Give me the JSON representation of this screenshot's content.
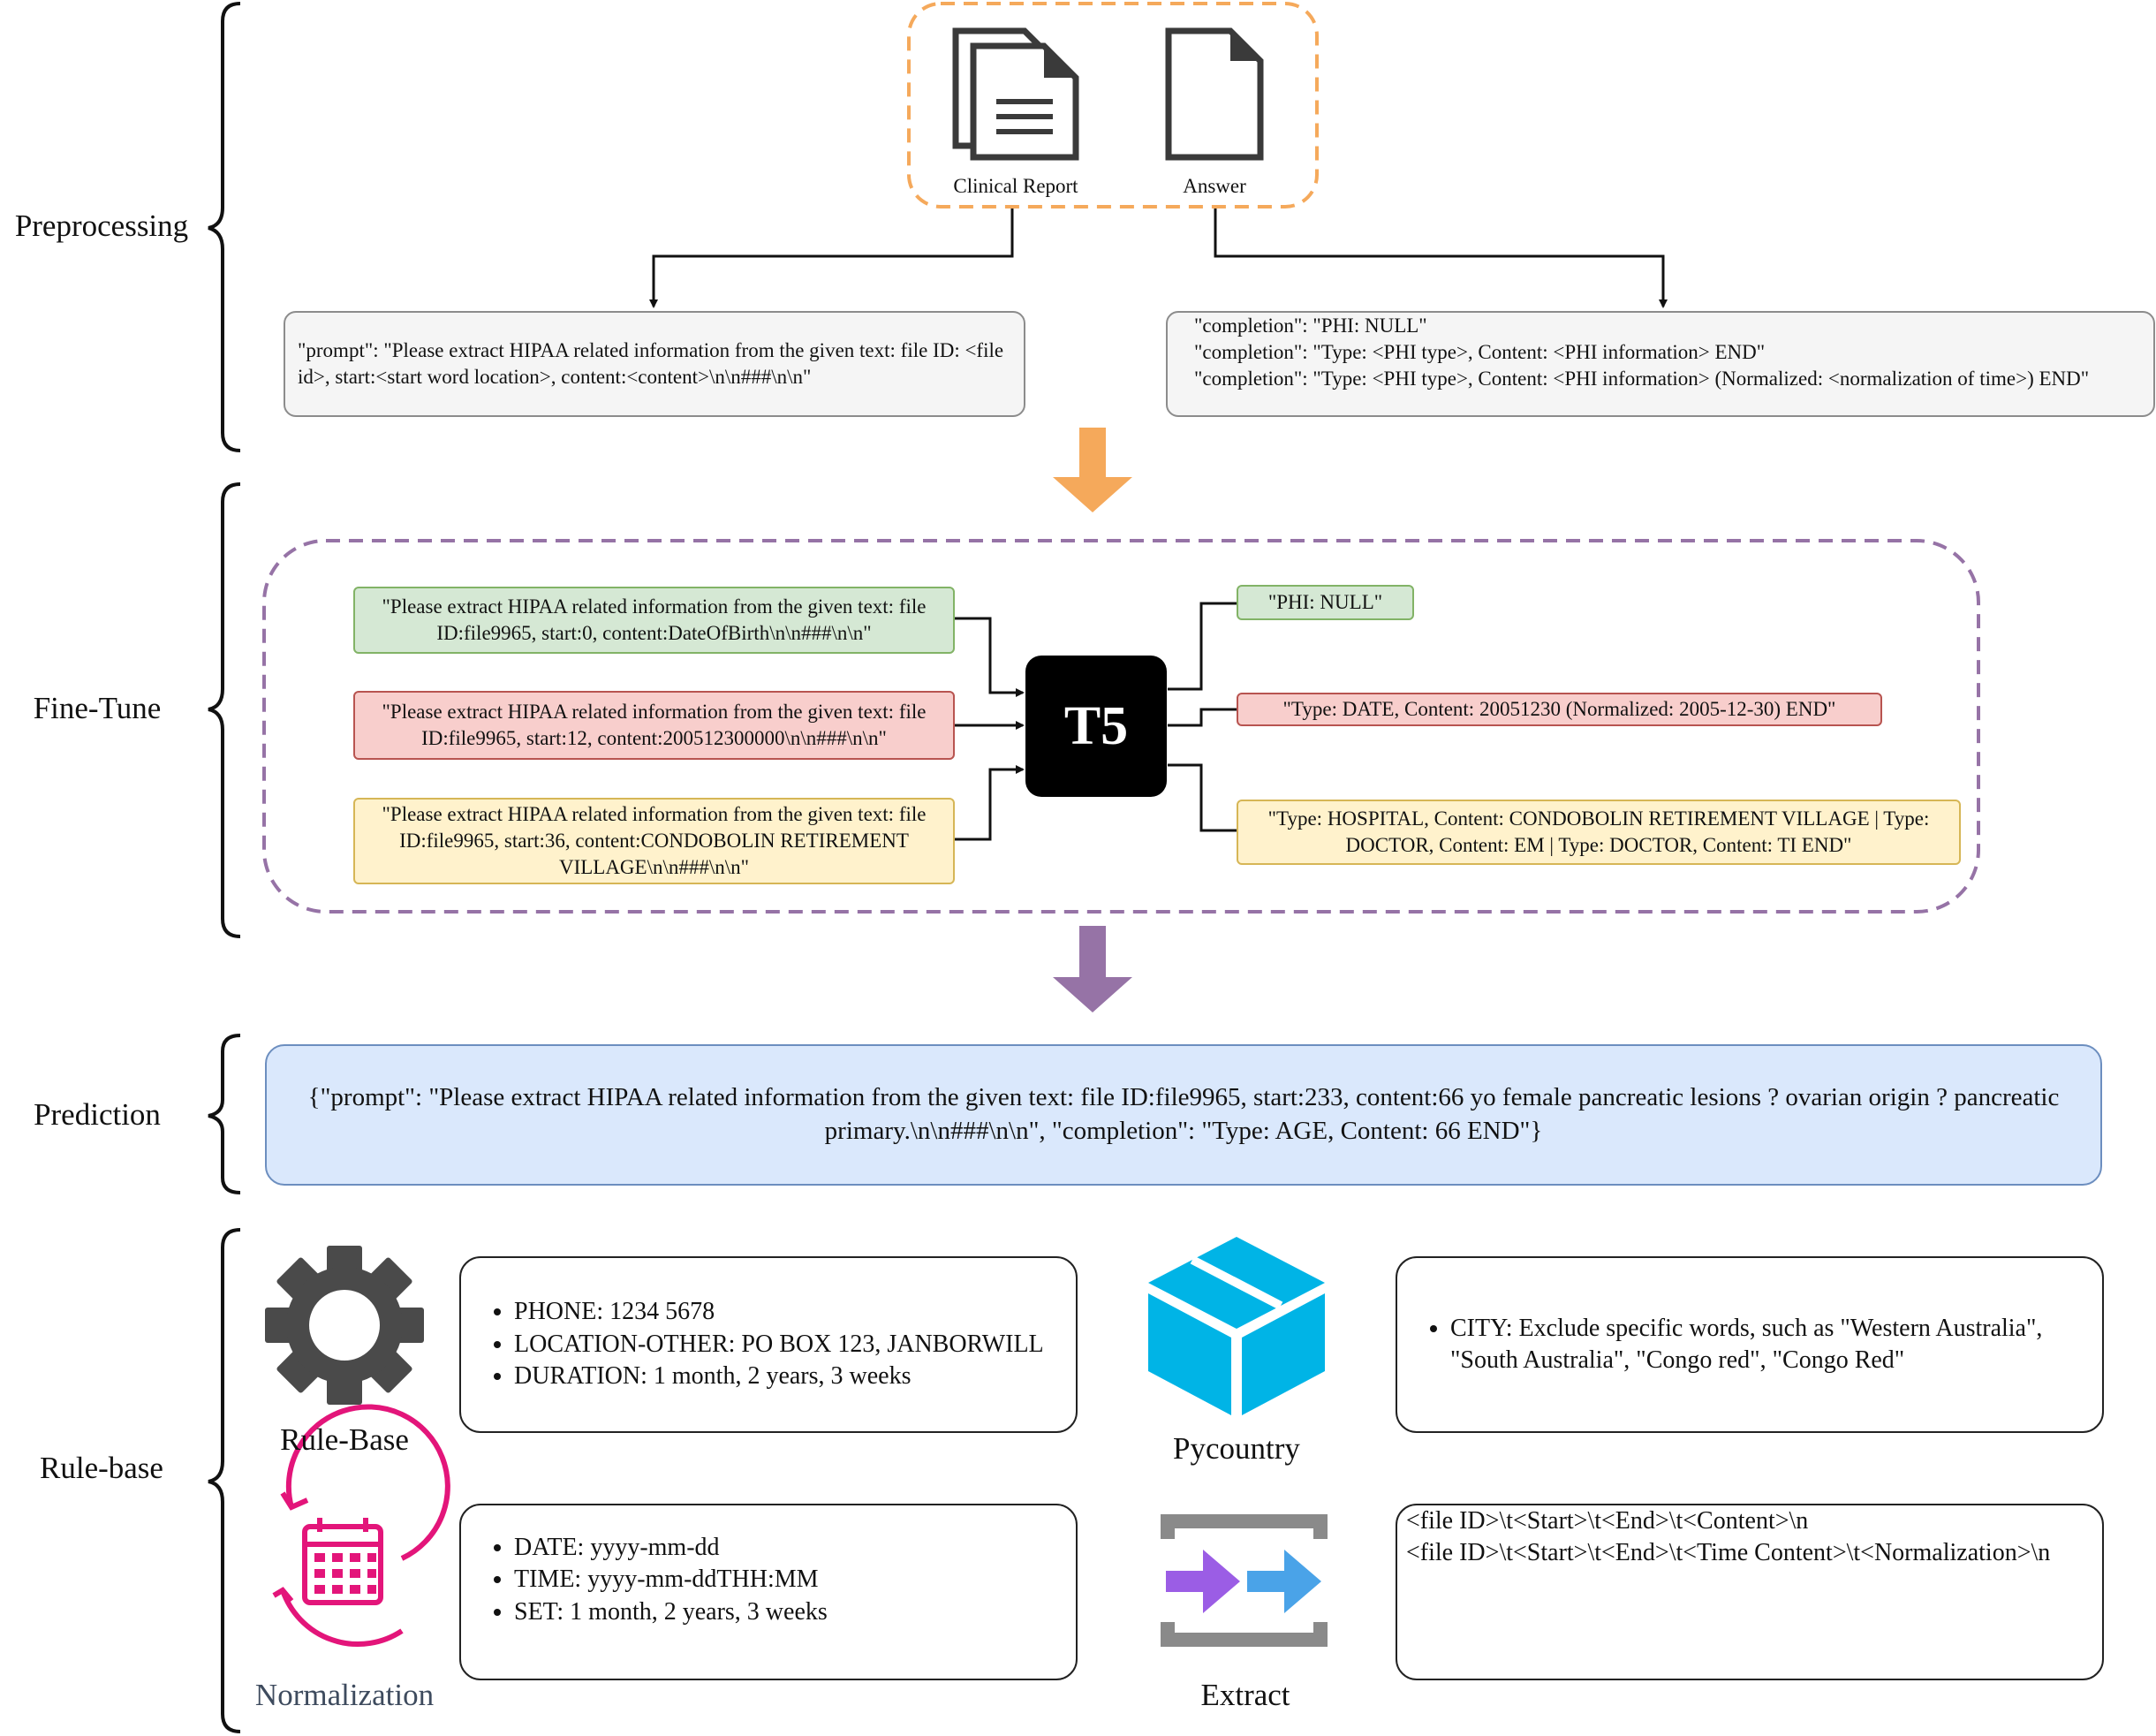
{
  "sections": {
    "preprocessing": "Preprocessing",
    "finetune": "Fine-Tune",
    "prediction": "Prediction",
    "rulebase": "Rule-base"
  },
  "preprocessing": {
    "icon_clinical_label": "Clinical Report",
    "icon_answer_label": "Answer",
    "prompt_box": "\"prompt\": \"Please extract HIPAA related information from the given text: file ID: <file id>, start:<start word location>, content:<content>\\n\\n###\\n\\n\"",
    "completion_lines": [
      "\"completion\": \"PHI: NULL\"",
      "\"completion\": \"Type: <PHI type>, Content: <PHI information> END\"",
      "\"completion\": \"Type: <PHI type>, Content: <PHI information> (Normalized: <normalization of time>) END\""
    ]
  },
  "finetune": {
    "model_label": "T5",
    "inputs": [
      "\"Please extract HIPAA related information from the given text: file ID:file9965, start:0, content:DateOfBirth\\n\\n###\\n\\n\"",
      "\"Please extract HIPAA related information from the given text: file ID:file9965, start:12, content:200512300000\\n\\n###\\n\\n\"",
      "\"Please extract HIPAA related information from the given text: file ID:file9965, start:36, content:CONDOBOLIN RETIREMENT VILLAGE\\n\\n###\\n\\n\""
    ],
    "outputs": [
      "\"PHI: NULL\"",
      "\"Type: DATE, Content: 20051230 (Normalized: 2005-12-30) END\"",
      "\"Type: HOSPITAL, Content: CONDOBOLIN RETIREMENT VILLAGE | Type: DOCTOR, Content: EM | Type: DOCTOR, Content: TI END\""
    ]
  },
  "prediction": {
    "text": "{\"prompt\": \"Please extract HIPAA related information from the given text: file ID:file9965, start:233, content:66 yo female pancreatic lesions ? ovarian origin ? pancreatic primary.\\n\\n###\\n\\n\", \"completion\": \"Type: AGE, Content: 66 END\"}"
  },
  "rulebase": {
    "rulebase_label": "Rule-Base",
    "rulebase_items": [
      "PHONE: 1234 5678",
      "LOCATION-OTHER: PO BOX 123, JANBORWILL",
      "DURATION: 1 month, 2 years, 3 weeks"
    ],
    "pycountry_label": "Pycountry",
    "pycountry_items": [
      "CITY: Exclude specific words, such as \"Western Australia\", \"South Australia\", \"Congo red\", \"Congo Red\""
    ],
    "normalization_label": "Normalization",
    "normalization_items": [
      "DATE: yyyy-mm-dd",
      "TIME: yyyy-mm-ddTHH:MM",
      "SET: 1 month, 2 years, 3 weeks"
    ],
    "extract_label": "Extract",
    "extract_lines": [
      "<file ID>\\t<Start>\\t<End>\\t<Content>\\n",
      "<file ID>\\t<Start>\\t<End>\\t<Time Content>\\t<Normalization>\\n"
    ]
  },
  "colors": {
    "orange": "#f5a95b",
    "purple": "#9673a6",
    "cyan": "#00b4e6",
    "magenta": "#e3157a"
  }
}
